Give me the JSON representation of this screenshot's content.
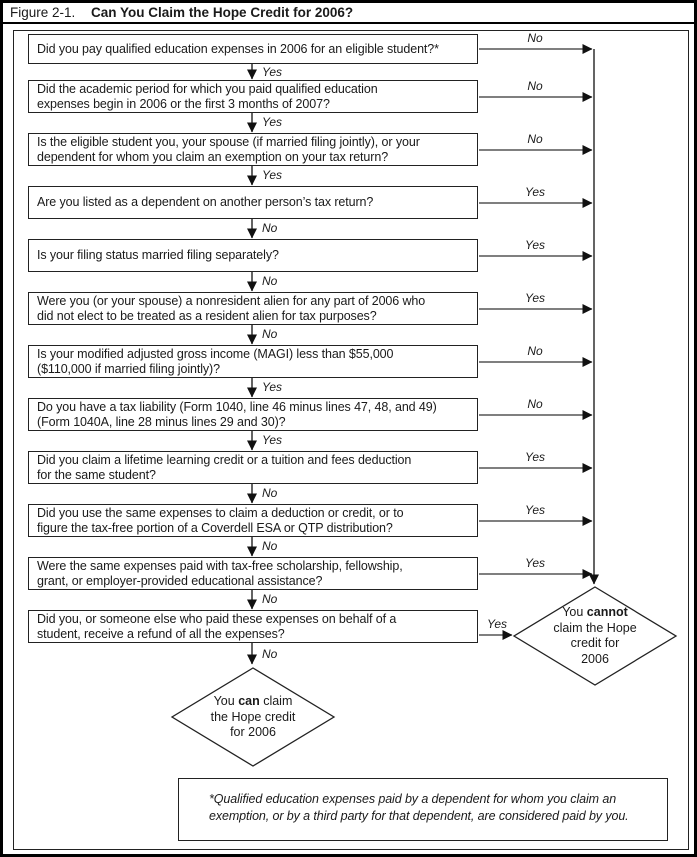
{
  "figure": {
    "label": "Figure 2-1.",
    "title": "Can You Claim the Hope Credit for 2006?"
  },
  "flow": {
    "questions": [
      {
        "lines": [
          "Did you pay qualified education expenses in 2006 for an eligible student?*"
        ],
        "down_label": "Yes",
        "side_label": "No"
      },
      {
        "lines": [
          "Did the academic period for which you paid qualified education",
          "expenses begin in 2006 or the first 3 months of 2007?"
        ],
        "down_label": "Yes",
        "side_label": "No"
      },
      {
        "lines": [
          "Is the eligible student you, your spouse (if married filing jointly), or your",
          "dependent for whom you claim an exemption on your tax return?"
        ],
        "down_label": "Yes",
        "side_label": "No"
      },
      {
        "lines": [
          "Are you listed as a dependent on another person’s tax return?"
        ],
        "down_label": "No",
        "side_label": "Yes"
      },
      {
        "lines": [
          "Is your filing status married filing separately?"
        ],
        "down_label": "No",
        "side_label": "Yes"
      },
      {
        "lines": [
          "Were you (or your spouse) a nonresident alien for any part of 2006 who",
          "did not elect to be treated as a resident alien for tax purposes?"
        ],
        "down_label": "No",
        "side_label": "Yes"
      },
      {
        "lines": [
          "Is your modified adjusted gross income (MAGI) less than $55,000",
          "($110,000 if married filing jointly)?"
        ],
        "down_label": "Yes",
        "side_label": "No"
      },
      {
        "lines": [
          "Do you have a tax liability (Form 1040, line 46 minus lines 47, 48, and 49)",
          "(Form 1040A, line 28 minus lines 29 and 30)?"
        ],
        "down_label": "Yes",
        "side_label": "No"
      },
      {
        "lines": [
          "Did you claim a lifetime learning credit or a tuition and fees deduction",
          "for the same student?"
        ],
        "down_label": "No",
        "side_label": "Yes"
      },
      {
        "lines": [
          "Did you use the same expenses to claim a deduction or credit, or to",
          "figure the tax-free portion of a Coverdell ESA or QTP distribution?"
        ],
        "down_label": "No",
        "side_label": "Yes"
      },
      {
        "lines": [
          "Were the same expenses paid with tax-free scholarship, fellowship,",
          "grant, or employer-provided educational assistance?"
        ],
        "down_label": "No",
        "side_label": "Yes"
      },
      {
        "lines": [
          "Did you, or someone else who paid these expenses on behalf of a",
          "student, receive a refund of all the expenses?"
        ],
        "down_label": "No",
        "side_label": "Yes"
      }
    ],
    "outcome_cannot": {
      "line1_pre": "You ",
      "line1_bold": "cannot",
      "line2": "claim the Hope",
      "line3": "credit for",
      "line4": "2006"
    },
    "outcome_can": {
      "line1_pre": "You ",
      "line1_bold": "can",
      "line1_post": " claim",
      "line2": "the Hope credit",
      "line3": "for 2006"
    },
    "footnote": {
      "line1": "*Qualified education expenses paid by a dependent for whom you claim an",
      "line2": "exemption, or by a third party for that dependent, are considered paid by you."
    }
  },
  "colors": {
    "background": "#ffffff",
    "ink": "#1a1a1a",
    "line": "#222222",
    "arrowhead": "#111111"
  }
}
